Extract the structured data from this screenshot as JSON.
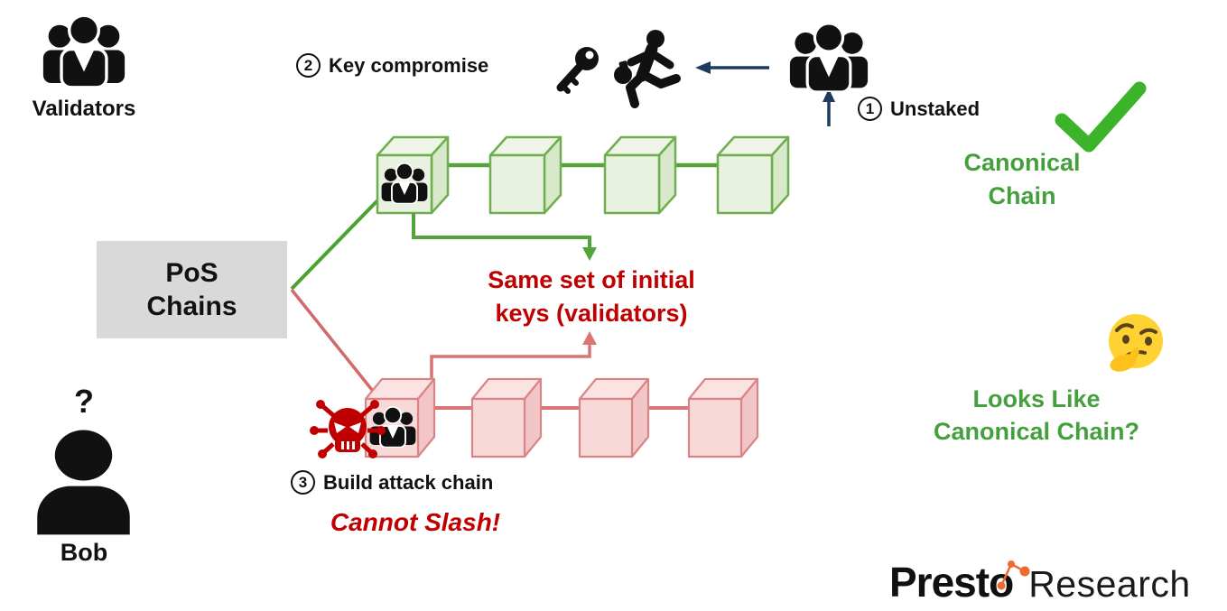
{
  "legend": {
    "validators_label": "Validators",
    "bob_label": "Bob",
    "bob_question": "?"
  },
  "pos_box": {
    "line1": "PoS",
    "line2": "Chains"
  },
  "steps": [
    {
      "num": "1",
      "label": "Unstaked"
    },
    {
      "num": "2",
      "label": "Key compromise"
    },
    {
      "num": "3",
      "label": "Build attack chain"
    }
  ],
  "annotations": {
    "same_keys_line1": "Same set of initial",
    "same_keys_line2": "keys (validators)",
    "cannot_slash": "Cannot Slash!",
    "canonical_line1": "Canonical",
    "canonical_line2": "Chain",
    "looks_like_line1": "Looks Like",
    "looks_like_line2": "Canonical Chain?"
  },
  "chains": {
    "canonical": {
      "blocks": 4,
      "style": "green",
      "genesis_contains": "validators-group"
    },
    "attack": {
      "blocks": 4,
      "style": "red",
      "genesis_contains": "validators-group"
    }
  },
  "icons": {
    "validators_group": "people-group-icon",
    "bob": "person-icon",
    "key": "key-icon",
    "thief": "running-thief-icon",
    "malware": "malware-skull-icon",
    "check": "checkmark-icon",
    "thinking": "thinking-face-emoji"
  },
  "logo": {
    "brand_part1": "Prest",
    "brand_o": "o",
    "brand_part2": "Research"
  },
  "colors": {
    "green_text": "#44a03c",
    "green_check": "#3cb42a",
    "chain_green": "#54a437",
    "block_green_fill": "#e9f2e1",
    "block_green_border": "#6fae4e",
    "crimson": "#c00000",
    "chain_red": "#d97575",
    "block_red_fill": "#f8d9d9",
    "block_red_border": "#da8585",
    "navy": "#1f3a5f",
    "gray_box": "#d9d9d9",
    "orange": "#ed6b33",
    "black": "#111111"
  }
}
